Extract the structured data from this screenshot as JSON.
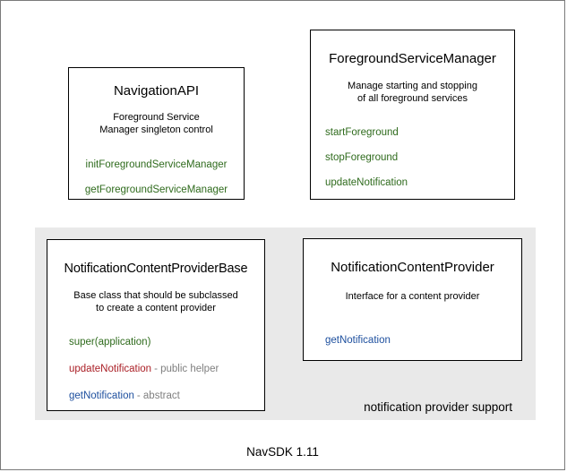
{
  "diagram": {
    "footer_label": "NavSDK 1.11",
    "panel_caption": "notification provider support",
    "colors": {
      "method_green": "#2f6b1d",
      "method_red": "#aa1f26",
      "method_blue": "#1d4f9e",
      "suffix_gray": "#7f7f7f",
      "panel_bg": "#e9e9e9"
    },
    "boxes": {
      "navigation_api": {
        "title": "NavigationAPI",
        "description": [
          "Foreground Service",
          "Manager singleton control"
        ],
        "methods": [
          {
            "name": "initForegroundServiceManager"
          },
          {
            "name": "getForegroundServiceManager"
          }
        ]
      },
      "foreground_service_manager": {
        "title": "ForegroundServiceManager",
        "description": [
          "Manage starting and stopping",
          "of all foreground services"
        ],
        "methods": [
          {
            "name": "startForeground"
          },
          {
            "name": "stopForeground"
          },
          {
            "name": "updateNotification"
          }
        ]
      },
      "notification_content_provider_base": {
        "title": "NotificationContentProviderBase",
        "description": [
          "Base class that should be subclassed",
          "to create a content provider"
        ],
        "methods": [
          {
            "name": "super(application)",
            "suffix": ""
          },
          {
            "name": "updateNotification",
            "suffix": "- public helper"
          },
          {
            "name": "getNotification",
            "suffix": "- abstract"
          }
        ]
      },
      "notification_content_provider": {
        "title": "NotificationContentProvider",
        "description": [
          "Interface for a content provider"
        ],
        "methods": [
          {
            "name": "getNotification"
          }
        ]
      }
    }
  }
}
